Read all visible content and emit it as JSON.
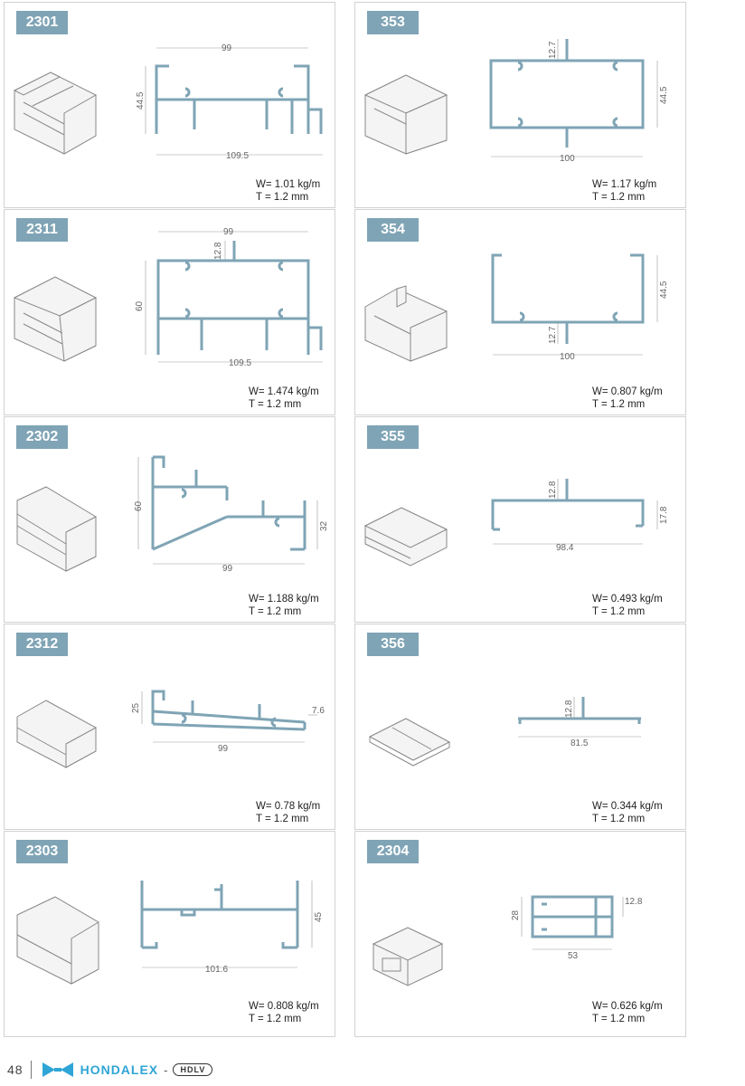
{
  "profiles": [
    {
      "code": "2301",
      "dims": [
        "99",
        "44.5",
        "109.5"
      ],
      "weight": "W= 1.01 kg/m",
      "thickness": "T = 1.2 mm"
    },
    {
      "code": "353",
      "dims": [
        "12.7",
        "44.5",
        "100"
      ],
      "weight": "W= 1.17 kg/m",
      "thickness": "T = 1.2 mm"
    },
    {
      "code": "2311",
      "dims": [
        "99",
        "12.8",
        "60",
        "109.5"
      ],
      "weight": "W= 1.474 kg/m",
      "thickness": "T = 1.2 mm"
    },
    {
      "code": "354",
      "dims": [
        "44.5",
        "12.7",
        "100"
      ],
      "weight": "W= 0.807 kg/m",
      "thickness": "T = 1.2 mm"
    },
    {
      "code": "2302",
      "dims": [
        "60",
        "32",
        "99"
      ],
      "weight": "W= 1.188 kg/m",
      "thickness": "T = 1.2 mm"
    },
    {
      "code": "355",
      "dims": [
        "12.8",
        "17.8",
        "98.4"
      ],
      "weight": "W= 0.493 kg/m",
      "thickness": "T = 1.2 mm"
    },
    {
      "code": "2312",
      "dims": [
        "25",
        "7.6",
        "99"
      ],
      "weight": "W= 0.78 kg/m",
      "thickness": "T = 1.2 mm"
    },
    {
      "code": "356",
      "dims": [
        "12.8",
        "81.5"
      ],
      "weight": "W= 0.344 kg/m",
      "thickness": "T = 1.2 mm"
    },
    {
      "code": "2303",
      "dims": [
        "45",
        "101.6"
      ],
      "weight": "W= 0.808 kg/m",
      "thickness": "T = 1.2 mm"
    },
    {
      "code": "2304",
      "dims": [
        "28",
        "12.8",
        "53"
      ],
      "weight": "W= 0.626 kg/m",
      "thickness": "T = 1.2 mm"
    }
  ],
  "footer": {
    "page_number": "48",
    "brand": "HONDALEX",
    "separator": "-",
    "sub_brand": "HDLV"
  },
  "colors": {
    "profile": "#7fa4b5",
    "brand": "#2fa5d6",
    "badge": "#7fa4b5"
  }
}
